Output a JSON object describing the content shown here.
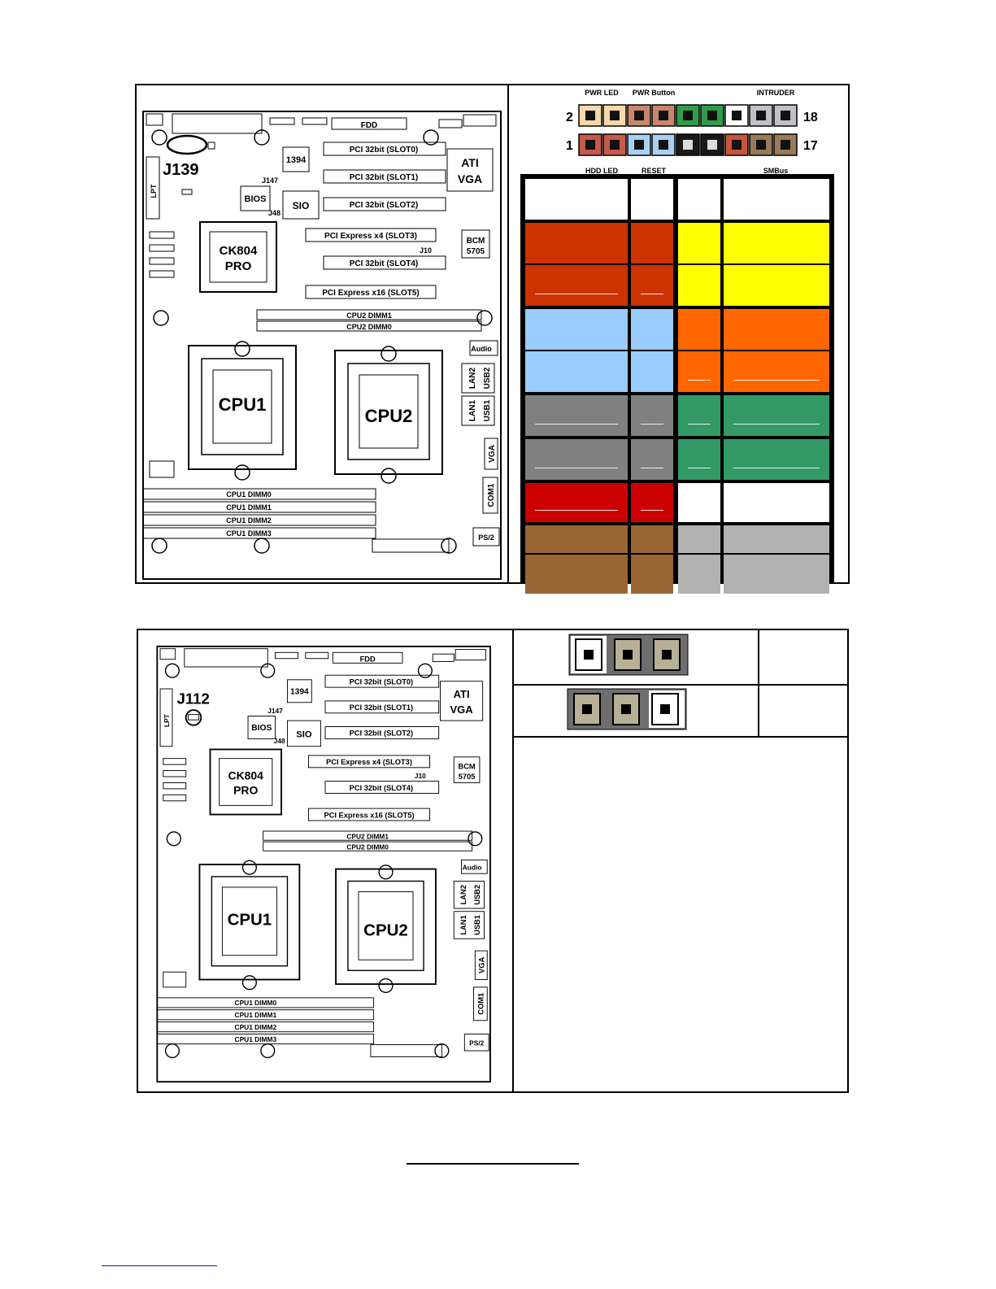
{
  "board": {
    "header_labels": {
      "fdd": "FDD",
      "lpt": "LPT",
      "ieee1394": "1394",
      "bios": "BIOS",
      "sio": "SIO",
      "j147": "J147",
      "j48": "J48",
      "j10": "J10",
      "ati_line1": "ATI",
      "ati_line2": "VGA",
      "bcm_line1": "BCM",
      "bcm_line2": "5705",
      "ck_line1": "CK804",
      "ck_line2": "PRO",
      "audio": "Audio",
      "lan2": "LAN2",
      "usb2": "USB2",
      "lan1": "LAN1",
      "usb1": "USB1",
      "vga": "VGA",
      "com1": "COM1",
      "ps2": "PS/2",
      "cpu1": "CPU1",
      "cpu2": "CPU2"
    },
    "slots": [
      "PCI 32bit (SLOT0)",
      "PCI 32bit (SLOT1)",
      "PCI 32bit (SLOT2)",
      "PCI Express x4 (SLOT3)",
      "PCI 32bit (SLOT4)",
      "PCI Express x16 (SLOT5)"
    ],
    "cpu2_dimms": [
      "CPU2 DIMM1",
      "CPU2 DIMM0"
    ],
    "cpu1_dimms": [
      "CPU1 DIMM0",
      "CPU1 DIMM1",
      "CPU1 DIMM2",
      "CPU1 DIMM3"
    ]
  },
  "top_panel": {
    "jumper_label": "J139",
    "header": {
      "top_labels": [
        "PWR LED",
        "PWR Button",
        "INTRUDER"
      ],
      "bottom_labels": [
        "HDD LED",
        "RESET",
        "SMBus"
      ],
      "pin_numbers": {
        "top_left": "2",
        "bottom_left": "1",
        "top_right": "18",
        "bottom_right": "17"
      }
    },
    "colors": {
      "pwr_led": "#f5d9a8",
      "pwr_button": "#c8876a",
      "green": "#2e9e4a",
      "white": "#ffffff",
      "intruder": "#c0c0c8",
      "hdd_led": "#c45a4a",
      "reset": "#a8d0f0",
      "black": "#1a1a1a",
      "orange_red": "#c8553a",
      "smbus": "#9a7a5a"
    },
    "table_colors": {
      "red": "#cc3300",
      "yellow": "#ffff00",
      "light_blue": "#99ccff",
      "orange": "#ff6600",
      "gray": "#808080",
      "green": "#339966",
      "bright_red": "#cc0000",
      "white": "#ffffff",
      "brown": "#996633",
      "light_gray": "#b2b2b2"
    }
  },
  "bottom_panel": {
    "jumper_label": "J112"
  }
}
